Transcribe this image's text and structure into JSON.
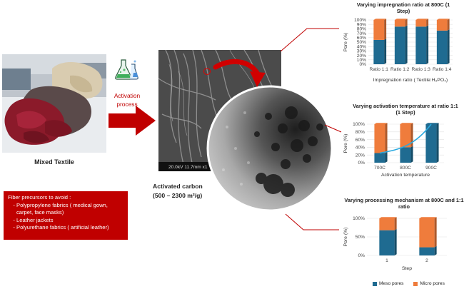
{
  "textile": {
    "caption": "Mixed Textile"
  },
  "activation": {
    "label_line1": "Activation",
    "label_line2": "process"
  },
  "avoid_box": {
    "heading": "Fiber precursors to avoid :",
    "items": [
      "Polypropylene fabrics ( medical gown, carpet, face masks)",
      "Leather jackets",
      "Polyurethane fabrics ( artificial leather)"
    ]
  },
  "sem": {
    "scale_text": "20.0kV 11.7mm x1"
  },
  "carbon": {
    "caption_line1": "Activated carbon",
    "caption_line2": "(500 – 2300 m²/g)"
  },
  "colors": {
    "meso": "#1f6b91",
    "micro": "#ef7c3c",
    "accent_red": "#c00000",
    "fit_line": "#2aa9df"
  },
  "legend": {
    "meso_label": "Meso pores",
    "micro_label": "Micro pores"
  },
  "chart_data": [
    {
      "type": "bar",
      "stacked": true,
      "title": "Varying impregnation ratio at 800C (1 Step)",
      "categories": [
        "Ratio 1:1",
        "Ratio 1:2",
        "Ratio 1:3",
        "Ratio 1:4"
      ],
      "xlabel": "Impregnation ratio ( Textile:H₃PO₄)",
      "ylabel": "Pore (%)",
      "ylim": [
        0,
        100
      ],
      "yticks": [
        "0%",
        "10%",
        "20%",
        "30%",
        "40%",
        "50%",
        "60%",
        "70%",
        "80%",
        "90%",
        "100%"
      ],
      "series": [
        {
          "name": "Meso pores",
          "values": [
            55,
            85,
            85,
            76
          ]
        },
        {
          "name": "Micro pores",
          "values": [
            45,
            15,
            15,
            24
          ]
        }
      ]
    },
    {
      "type": "bar",
      "stacked": true,
      "title": "Varying activation temperature at ratio 1:1 (1 Step)",
      "categories": [
        "700C",
        "800C",
        "900C"
      ],
      "xlabel": "Activation temperature",
      "ylabel": "Pore (%)",
      "ylim": [
        0,
        100
      ],
      "yticks": [
        "0%",
        "20%",
        "40%",
        "60%",
        "80%",
        "100%"
      ],
      "series": [
        {
          "name": "Meso pores",
          "values": [
            25,
            40,
            100
          ]
        },
        {
          "name": "Micro pores",
          "values": [
            75,
            60,
            0
          ]
        }
      ]
    },
    {
      "type": "bar",
      "stacked": true,
      "title": "Varying processing mechanism at 800C and 1:1 ratio",
      "categories": [
        "1",
        "2"
      ],
      "xlabel": "Step",
      "ylabel": "Pore (%)",
      "ylim": [
        0,
        100
      ],
      "yticks": [
        "0%",
        "50%",
        "100%"
      ],
      "series": [
        {
          "name": "Meso pores",
          "values": [
            68,
            22
          ]
        },
        {
          "name": "Micro pores",
          "values": [
            32,
            78
          ]
        }
      ]
    }
  ]
}
